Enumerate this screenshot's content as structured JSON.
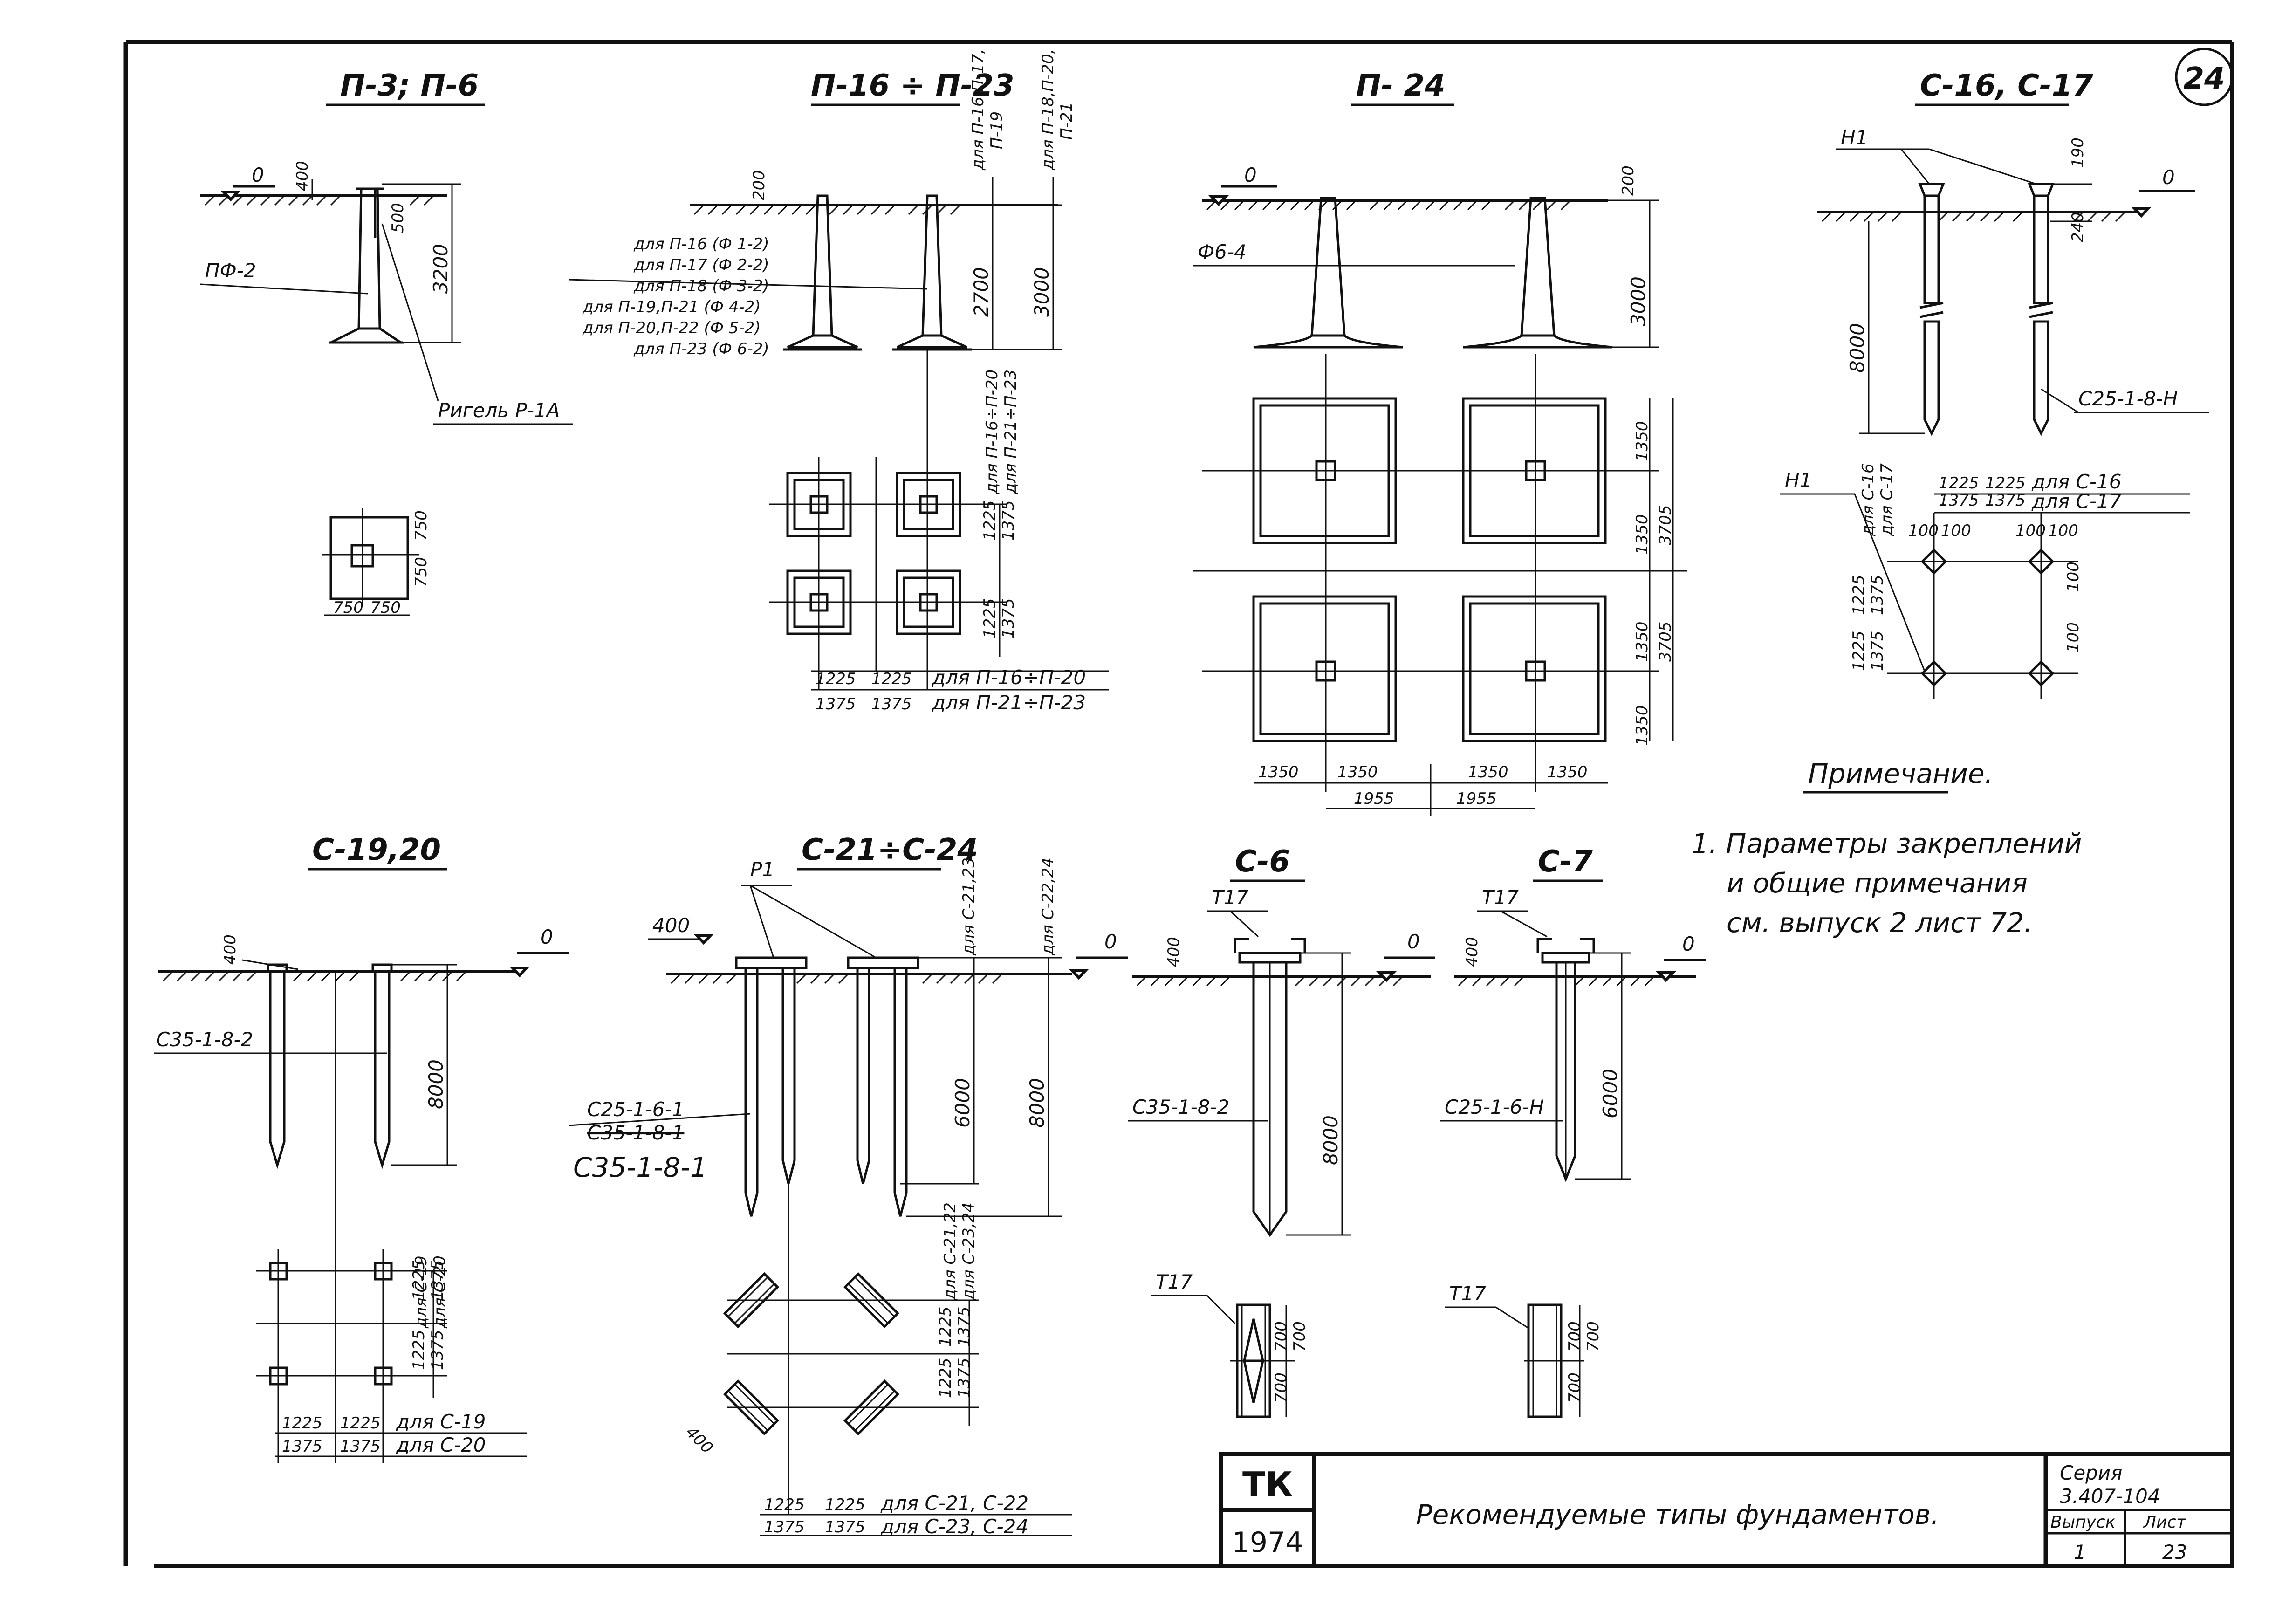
{
  "sheet_number": "24",
  "titles": {
    "p3_p6": "П-3; П-6",
    "p16_p23": "П-16 ÷ П-23",
    "p24": "П- 24",
    "c16_c17": "С-16, С-17",
    "c19_20": "С-19,20",
    "c21_c24": "С-21÷С-24",
    "c6": "С-6",
    "c7": "С-7"
  },
  "p3": {
    "level": "0",
    "dim_400": "400",
    "dim_500": "500",
    "dim_3200": "3200",
    "label_pf": "ПФ-2",
    "label_rigel": "Ригель Р-1А",
    "plan_750a": "750",
    "plan_750b": "750",
    "plan_750c": "750",
    "plan_750d": "750"
  },
  "p16": {
    "dim_200": "200",
    "dim_2700": "2700",
    "dim_3000": "3000",
    "col_a1": "для П-16,П-17,",
    "col_a2": "П-19",
    "col_b1": "для П-18,П-20,",
    "col_b2": "П-21",
    "legend": [
      "для П-16 (Ф 1-2)",
      "для П-17 (Ф 2-2)",
      "для П-18 (Ф 3-2)",
      "для П-19,П-21 (Ф 4-2)",
      "для П-20,П-22 (Ф 5-2)",
      "для П-23 (Ф 6-2)"
    ],
    "side_a": "для П-16÷П-20",
    "side_b": "для П-21÷П-23",
    "dim_1225": "1225",
    "dim_1375": "1375",
    "bottom_a": "для П-16÷П-20",
    "bottom_b": "для П-21÷П-23"
  },
  "p24": {
    "level": "0",
    "label": "Ф6-4",
    "dim_200": "200",
    "dim_3000": "3000",
    "dim_1350": "1350",
    "dim_3705": "3705",
    "dim_1955": "1955"
  },
  "c16": {
    "level": "0",
    "label_h1": "Н1",
    "dim_190": "190",
    "dim_240": "240",
    "dim_8000": "8000",
    "pile_label": "С25-1-8-Н",
    "plan_h1": "Н1",
    "side_c16": "для С-16",
    "side_c17": "для С-17",
    "dim_1225": "1225",
    "dim_1375": "1375",
    "top_c16": "для С-16",
    "top_c17": "для С-17",
    "dim_100": "100"
  },
  "c19": {
    "level": "0",
    "dim_400": "400",
    "dim_8000": "8000",
    "pile_label": "С35-1-8-2",
    "side_c19": "для С-19",
    "side_c20": "для С-20",
    "dim_1225": "1225",
    "dim_1375": "1375",
    "bottom_c19": "для С-19",
    "bottom_c20": "для С-20"
  },
  "c21": {
    "level": "0",
    "dim_400": "400",
    "label_p1": "Р1",
    "col_a": "для С-21,23",
    "col_b": "для С-22,24",
    "dim_6000": "6000",
    "dim_8000": "8000",
    "pile_a": "С25-1-6-1",
    "pile_b": "С35-1-8-1",
    "pile_c": "С35-1-8-1",
    "side_a": "для С-21,22",
    "side_b": "для С-23,24",
    "dim_1225": "1225",
    "dim_1375": "1375",
    "dim_400b": "400",
    "bottom_a": "для С-21, С-22",
    "bottom_b": "для С-23, С-24"
  },
  "c6": {
    "level": "0",
    "label_t17": "Т17",
    "dim_400": "400",
    "dim_8000": "8000",
    "pile_label": "С35-1-8-2",
    "plan_t17": "Т17",
    "dim_700": "700"
  },
  "c7": {
    "level": "0",
    "label_t17": "Т17",
    "dim_400": "400",
    "dim_6000": "6000",
    "pile_label": "С25-1-6-Н",
    "plan_t17": "Т17",
    "dim_700": "700"
  },
  "note": {
    "title": "Примечание.",
    "line1": "1. Параметры закреплений",
    "line2": "и общие примечания",
    "line3": "см. выпуск 2 лист 72."
  },
  "title_block": {
    "org": "ТК",
    "year": "1974",
    "title": "Рекомендуемые типы фундаментов.",
    "series_label": "Серия",
    "series_value": "3.407-104",
    "issue_label": "Выпуск",
    "issue_value": "1",
    "sheet_label": "Лист",
    "sheet_value": "23"
  }
}
